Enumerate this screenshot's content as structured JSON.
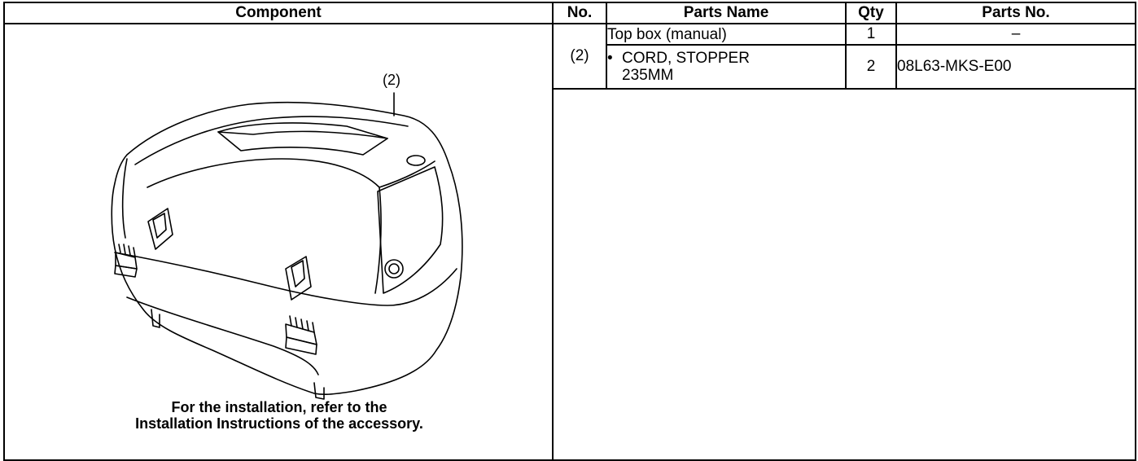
{
  "headers": {
    "component": "Component",
    "no": "No.",
    "parts_name": "Parts Name",
    "qty": "Qty",
    "parts_no": "Parts No."
  },
  "component": {
    "callout": "(2)",
    "note_line1": "For the installation, refer to the",
    "note_line2": "Installation Instructions of the accessory."
  },
  "rows": [
    {
      "no": "(2)",
      "name": "Top box (manual)",
      "qty": "1",
      "parts_no": "–"
    },
    {
      "bullet": "•",
      "name_line1": "CORD, STOPPER",
      "name_line2": "235MM",
      "qty": "2",
      "parts_no": "08L63-MKS-E00"
    }
  ]
}
